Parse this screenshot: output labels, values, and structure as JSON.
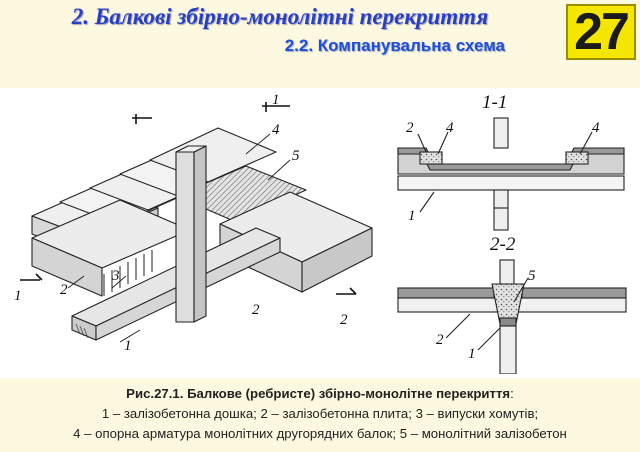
{
  "slide": {
    "title": "2. Балкові  збірно-монолітні перекриття",
    "subtitle": "2.2. Компанувальна схема",
    "number": "27"
  },
  "figure": {
    "labels": {
      "one": "1",
      "two": "2",
      "three": "3",
      "four": "4",
      "five": "5"
    },
    "section_1": "1-1",
    "section_2": "2-2"
  },
  "caption": {
    "title": "Рис.27.1. Балкове (ребристе) збірно-монолітне перекриття",
    "title_suffix": ":",
    "line2": "1 – залізобетонна дошка; 2 – залізобетонна плита; 3 – випуски хомутів;",
    "line3": "4 – опорна арматура монолітних другорядних балок; 5 – монолітний залізобетон"
  },
  "colors": {
    "header_bg": "#fdf8e0",
    "title_blue": "#2a3fc0",
    "badge_yellow": "#f5e600"
  }
}
